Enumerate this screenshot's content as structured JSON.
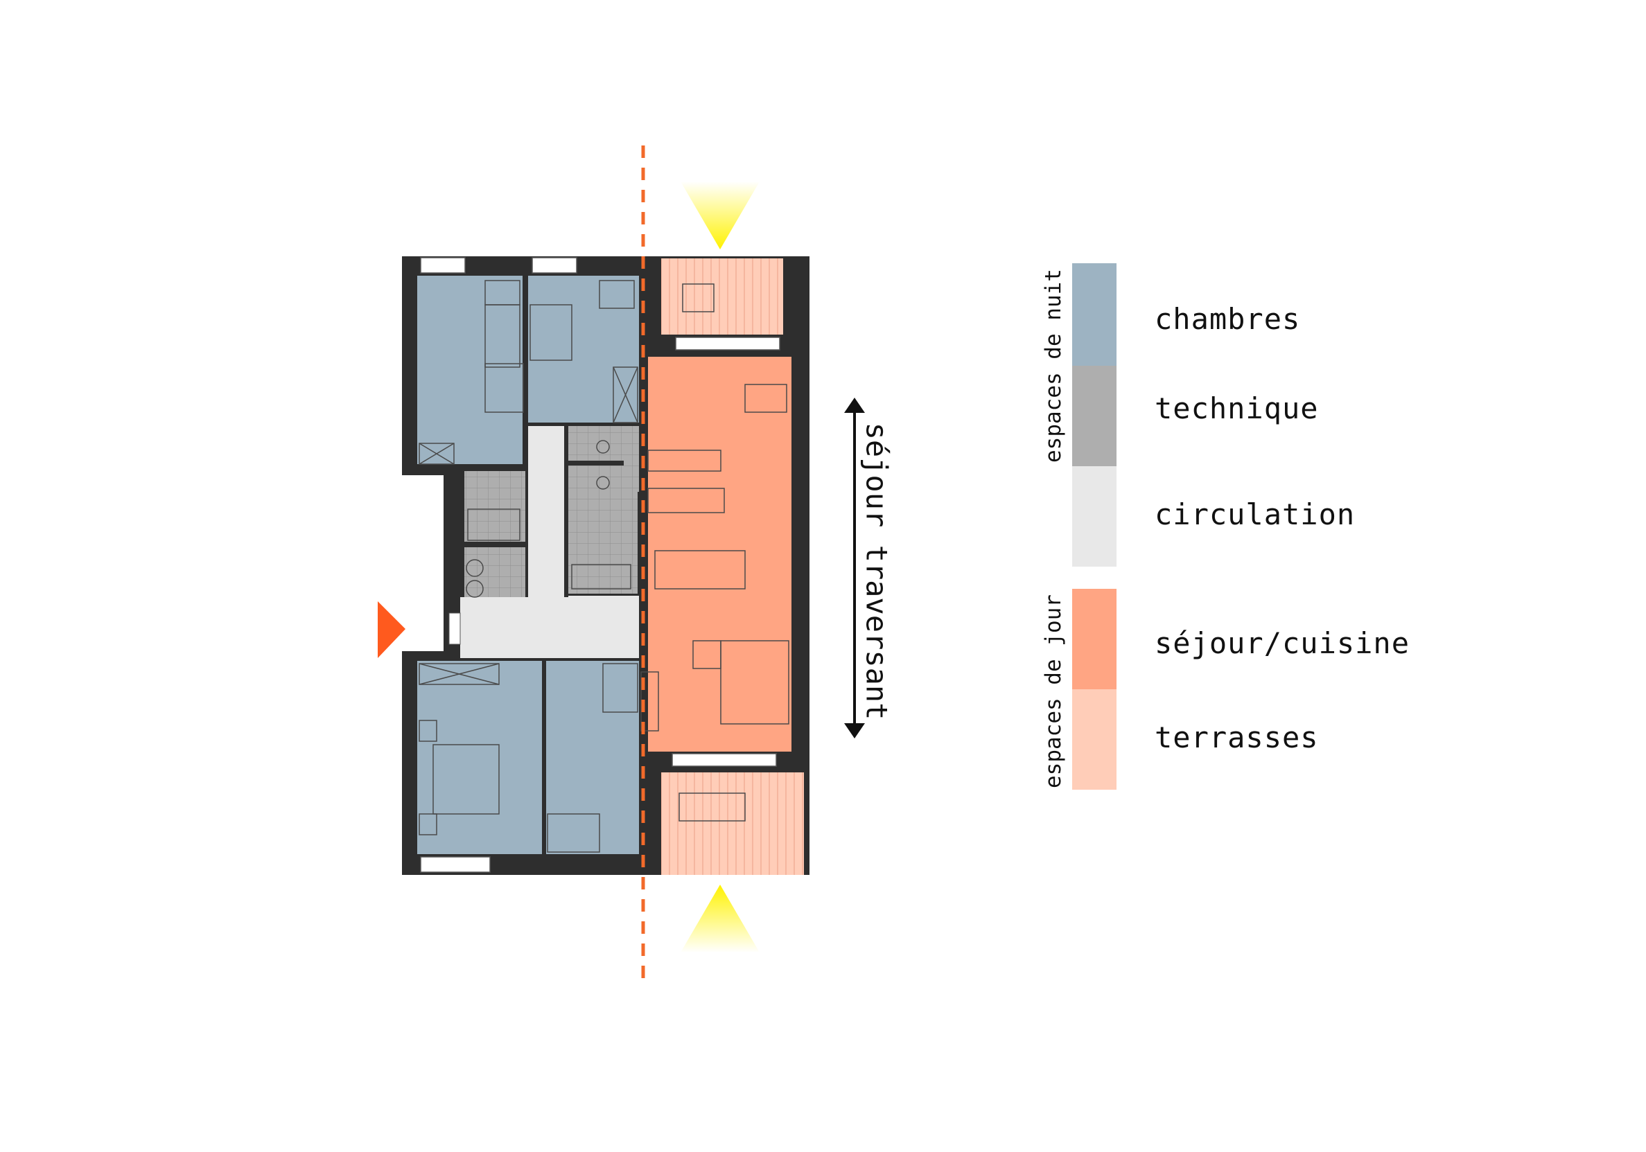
{
  "annotation": {
    "label": "séjour traversant"
  },
  "legend": {
    "groups": [
      {
        "label": "espaces de nuit"
      },
      {
        "label": "espaces de jour"
      }
    ],
    "items": [
      {
        "label": "chambres",
        "color": "#9DB3C2"
      },
      {
        "label": "technique",
        "color": "#AEAEAE"
      },
      {
        "label": "circulation",
        "color": "#E8E8E8"
      },
      {
        "label": "séjour/cuisine",
        "color": "#FFA583"
      },
      {
        "label": "terrasses",
        "color": "#FFCDB8"
      }
    ]
  },
  "colors": {
    "wall": "#2E2E2E",
    "axis": "#F26A2A",
    "entry": "#FF5A1E",
    "sun": "#FFF200"
  }
}
